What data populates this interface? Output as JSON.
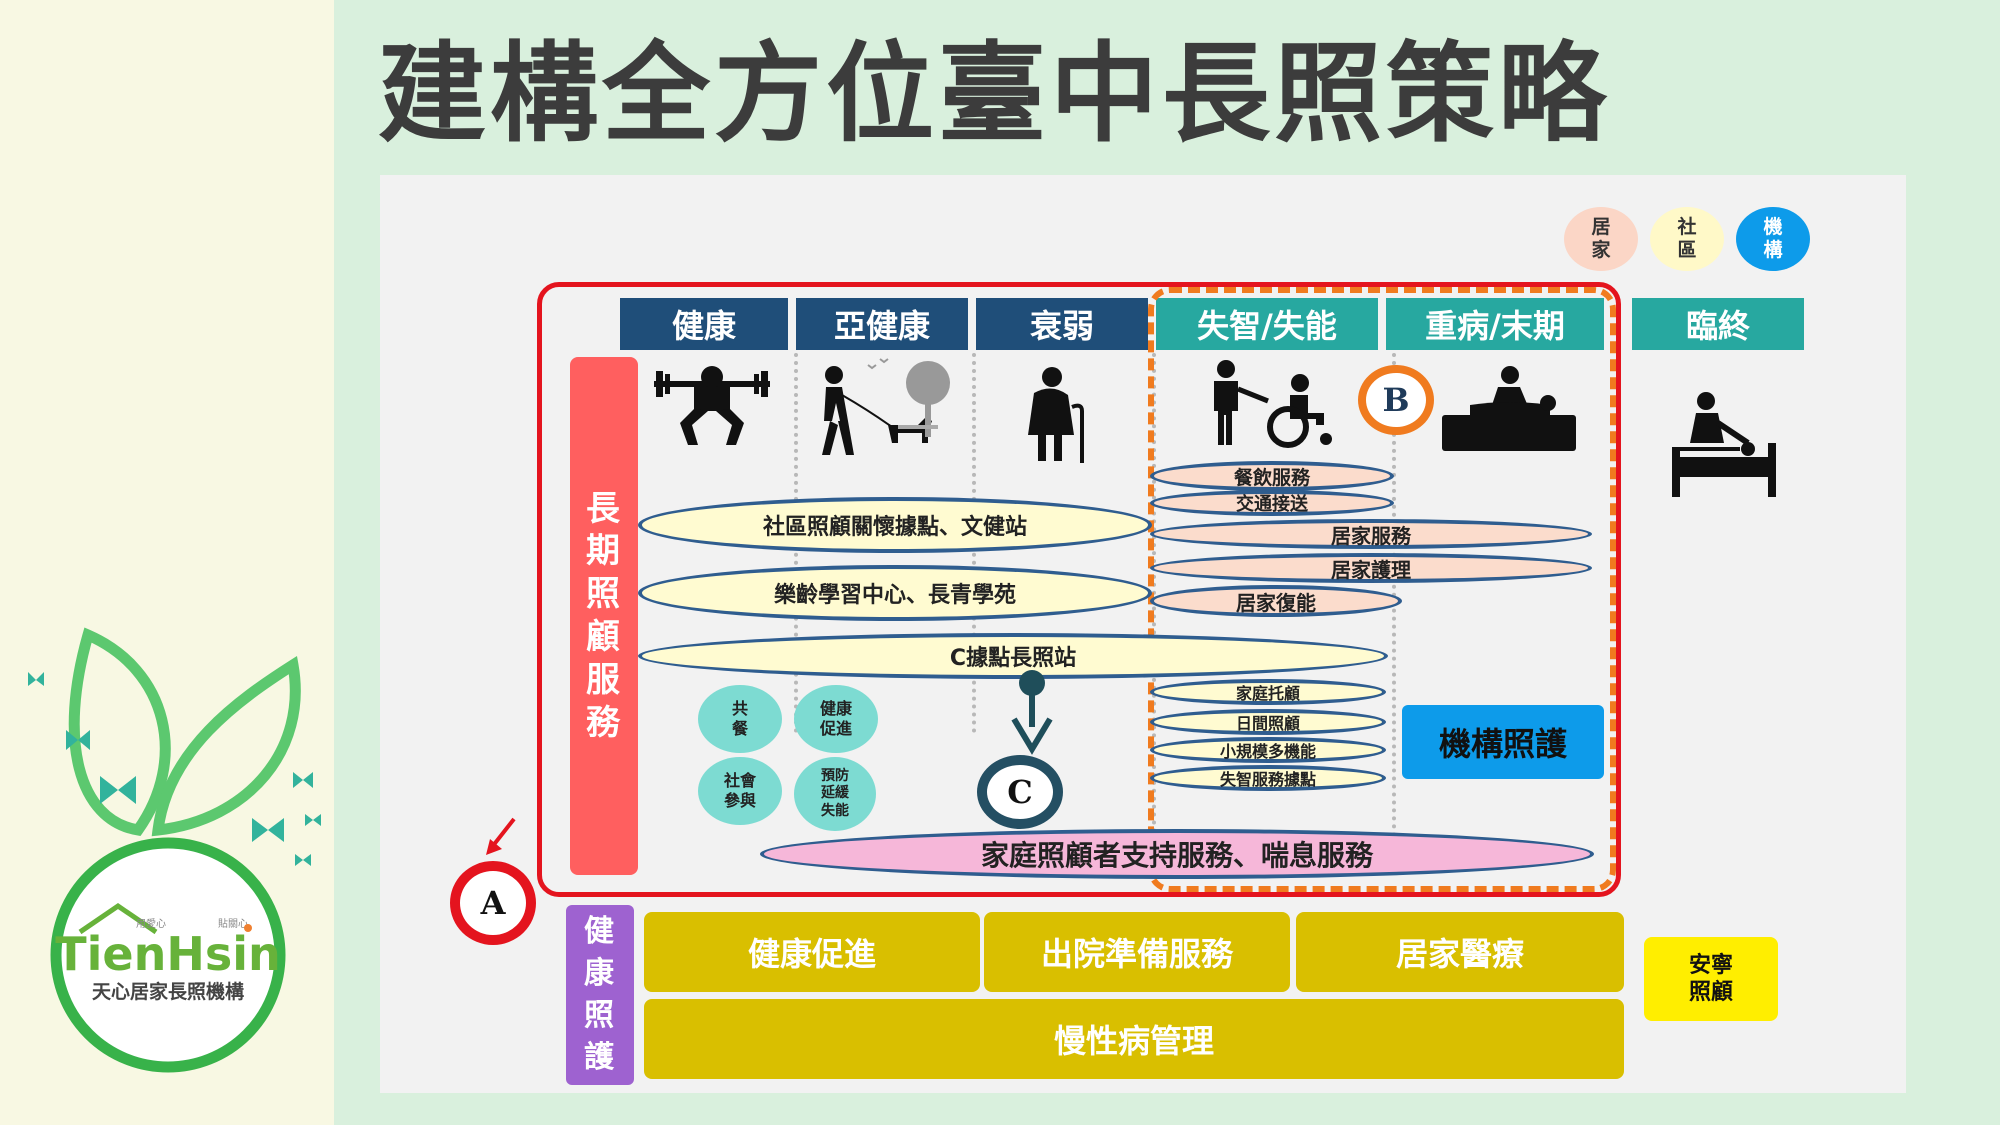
{
  "title": "建構全方位臺中長照策略",
  "logo": {
    "brand": "TienHsin",
    "tagline_left": "用愛心",
    "tagline_right": "貼關心",
    "name": "天心居家長照機構"
  },
  "legend": [
    {
      "label": "居家",
      "color": "#fbd6c6"
    },
    {
      "label": "社區",
      "color": "#fff9c8"
    },
    {
      "label": "機構",
      "color": "#0d9bea"
    }
  ],
  "columns": [
    {
      "label": "健康",
      "style": "navy"
    },
    {
      "label": "亞健康",
      "style": "navy"
    },
    {
      "label": "衰弱",
      "style": "navy"
    },
    {
      "label": "失智/失能",
      "style": "teal"
    },
    {
      "label": "重病/末期",
      "style": "teal"
    },
    {
      "label": "臨終",
      "style": "teal"
    }
  ],
  "ltc_label": "長期照顧服務",
  "health_label": "健康照護",
  "services": {
    "community_care": "社區照顧關懷據點、文健站",
    "learning": "樂齡學習中心、長青學苑",
    "c_station": "C據點長照站",
    "meal": "餐飲服務",
    "transport": "交通接送",
    "home_service": "居家服務",
    "home_nursing": "居家護理",
    "home_rehab": "居家復能",
    "family_care": "家庭托顧",
    "day_care": "日間照顧",
    "small_multi": "小規模多機能",
    "dementia_point": "失智服務據點",
    "institution": "機構照護",
    "caregiver_support": "家庭照顧者支持服務、喘息服務"
  },
  "bubbles": [
    {
      "label": "共\n餐"
    },
    {
      "label": "健康\n促進"
    },
    {
      "label": "社會\n參與"
    },
    {
      "label": "預防\n延緩\n失能"
    }
  ],
  "health_items": {
    "promotion": "健康促進",
    "discharge": "出院準備服務",
    "home_medical": "居家醫療",
    "chronic": "慢性病管理"
  },
  "hospice": "安寧照顧",
  "badges": {
    "a": "A",
    "b": "B",
    "c": "C"
  },
  "icons": [
    "weightlifter-icon",
    "dog-walker-icon",
    "elderly-cane-icon",
    "caregiver-wheelchair-icon",
    "patient-bed-icon",
    "deathbed-icon"
  ]
}
